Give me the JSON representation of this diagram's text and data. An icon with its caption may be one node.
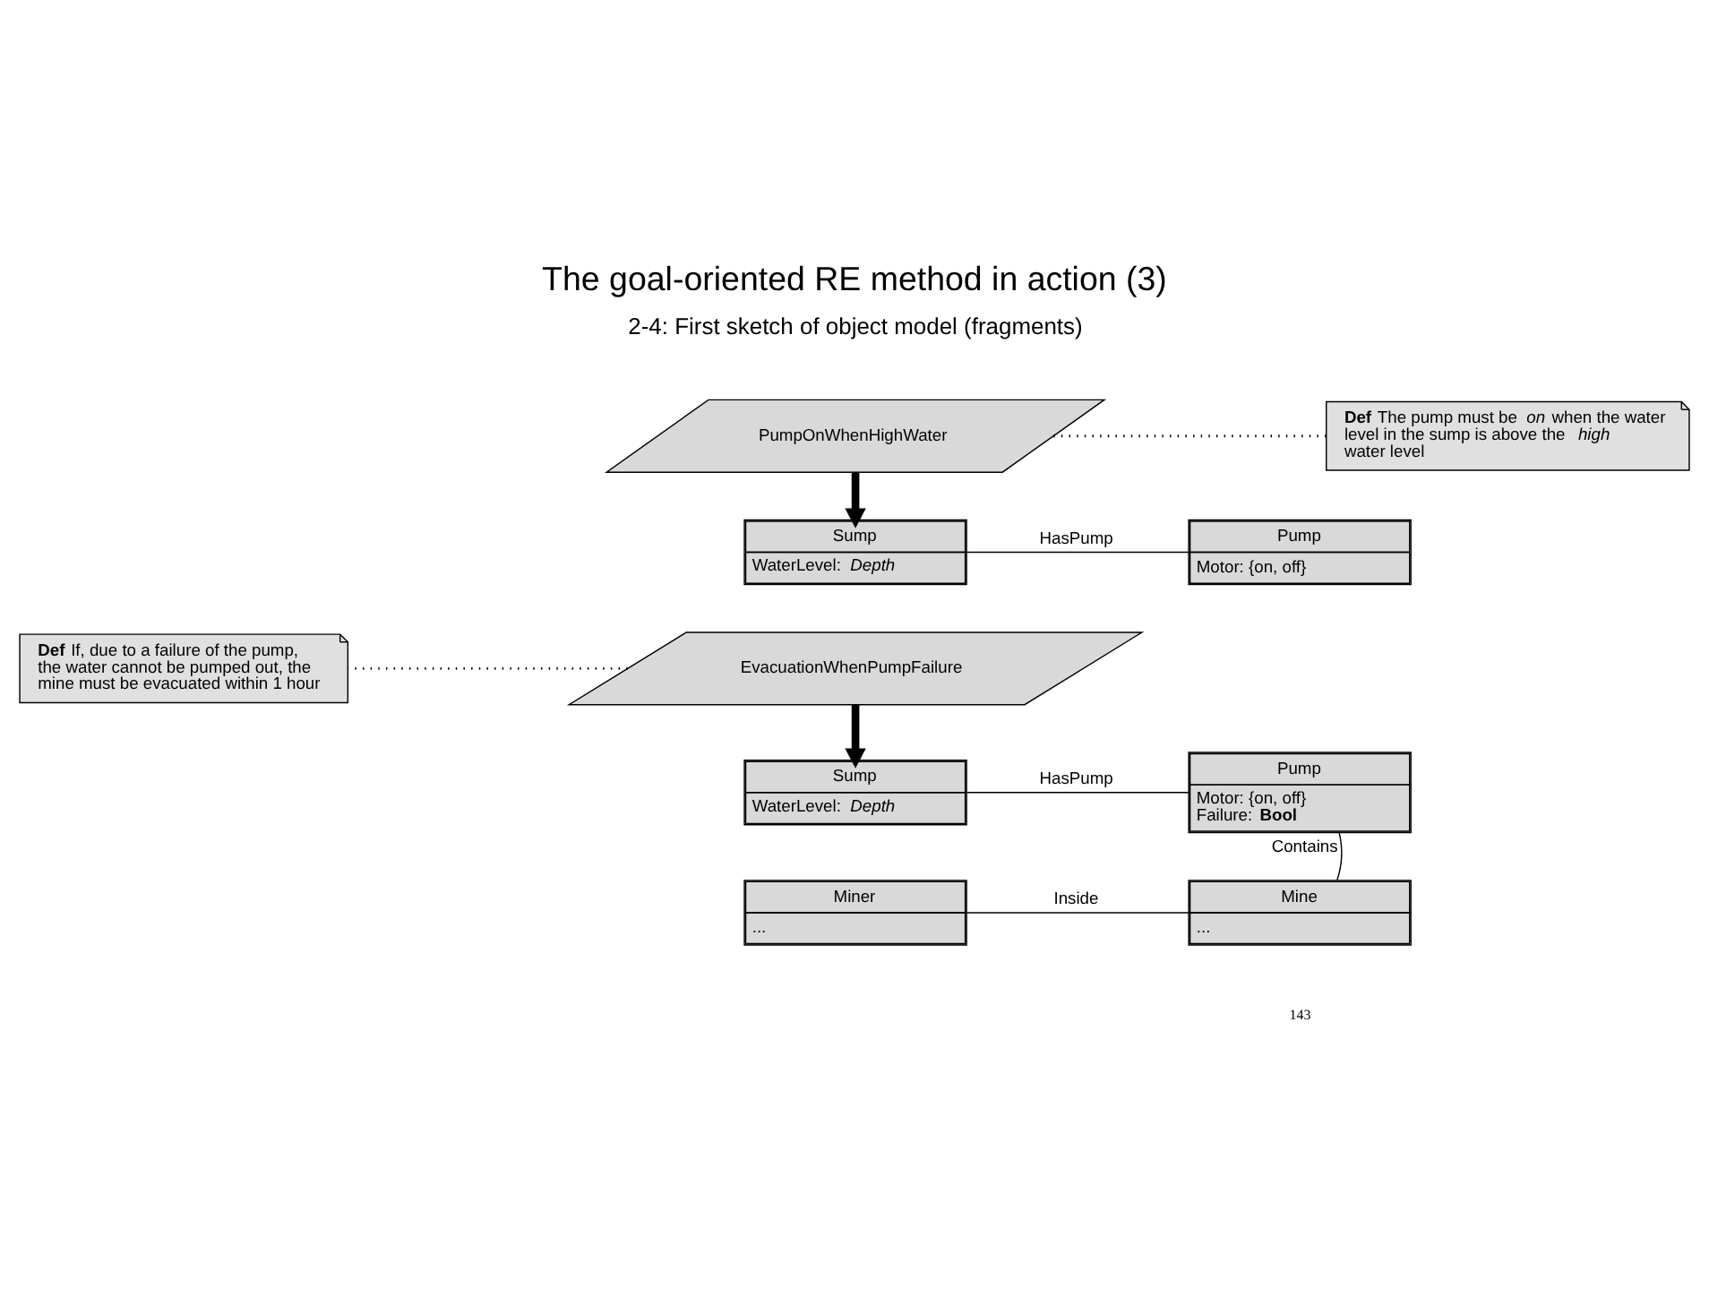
{
  "diagram": {
    "title": "The goal-oriented RE method in action (3)",
    "nodes": [
      {
        "text": [
          "PumpOnWhenHighWater"
        ]
      },
      {
        "text": [
          "**Def** The pump must be *on* when the water level in the sump is above the *high* water level"
        ]
      },
      {
        "text": [
          "Sump",
          "WaterLevel: *Depth*"
        ]
      },
      {
        "text": [
          "Pump",
          "Motor: {on, off}"
        ]
      },
      {
        "text": [
          "EvacuationWhenPumpFailure"
        ]
      },
      {
        "text": [
          "**Def** If, due to a failure of the pump, the water cannot be pumped out, the mine must be evacuated within 1 hour"
        ]
      },
      {
        "text": [
          "Sump",
          "WaterLevel: *Depth*"
        ]
      },
      {
        "text": [
          "Pump",
          "Motor: {on, off}",
          "Failure: **Bool**"
        ]
      },
      {
        "text": [
          "Miner",
          "..."
        ]
      },
      {
        "text": [
          "Mine",
          "..."
        ]
      }
    ],
    "edges": [
      {
        "from": 0,
        "to": 1,
        "arrow": "none",
        "style": "dashed"
      },
      {
        "from": 0,
        "to": 2,
        "arrow": "to",
        "style": "thick"
      },
      {
        "from": 2,
        "to": 3,
        "arrow": "none",
        "label": "HasPump"
      },
      {
        "from": 4,
        "to": 5,
        "arrow": "none",
        "style": "dashed"
      },
      {
        "from": 4,
        "to": 6,
        "arrow": "to",
        "style": "thick"
      },
      {
        "from": 6,
        "to": 7,
        "arrow": "none",
        "label": "HasPump"
      },
      {
        "from": 8,
        "to": 9,
        "arrow": "none",
        "label": "Inside"
      },
      {
        "from": 9,
        "to": 7,
        "arrow": "none",
        "label": "Contains"
      }
    ],
    "labels": [
      "2-4: First sketch of object model (fragments)",
      "143"
    ]
  }
}
